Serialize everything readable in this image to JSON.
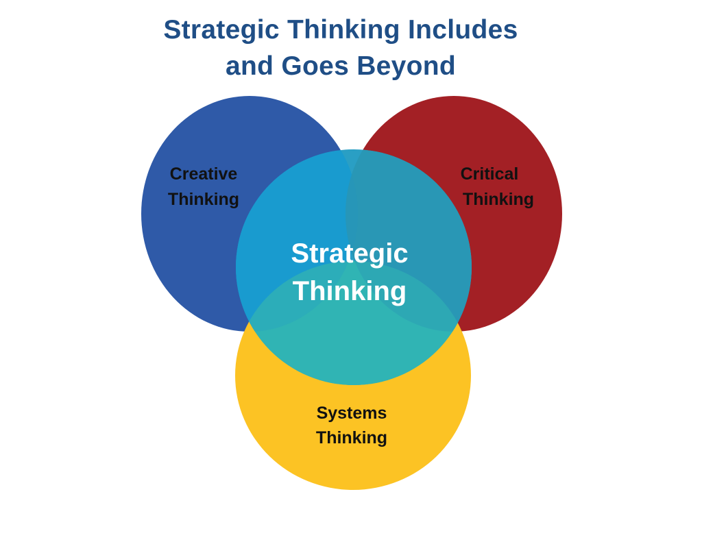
{
  "title": {
    "line1": "Strategic Thinking Includes",
    "line2": "and Goes Beyond"
  },
  "circles": {
    "creative": {
      "line1": "Creative",
      "line2": "Thinking",
      "color": "#2f5aa8"
    },
    "critical": {
      "line1": "Critical",
      "line2": "Thinking",
      "color": "#a32025"
    },
    "systems": {
      "line1": "Systems",
      "line2": "Thinking",
      "color": "#fcc324"
    },
    "strategic": {
      "line1": "Strategic",
      "line2": "Thinking",
      "color": "#2aa0c4"
    }
  }
}
